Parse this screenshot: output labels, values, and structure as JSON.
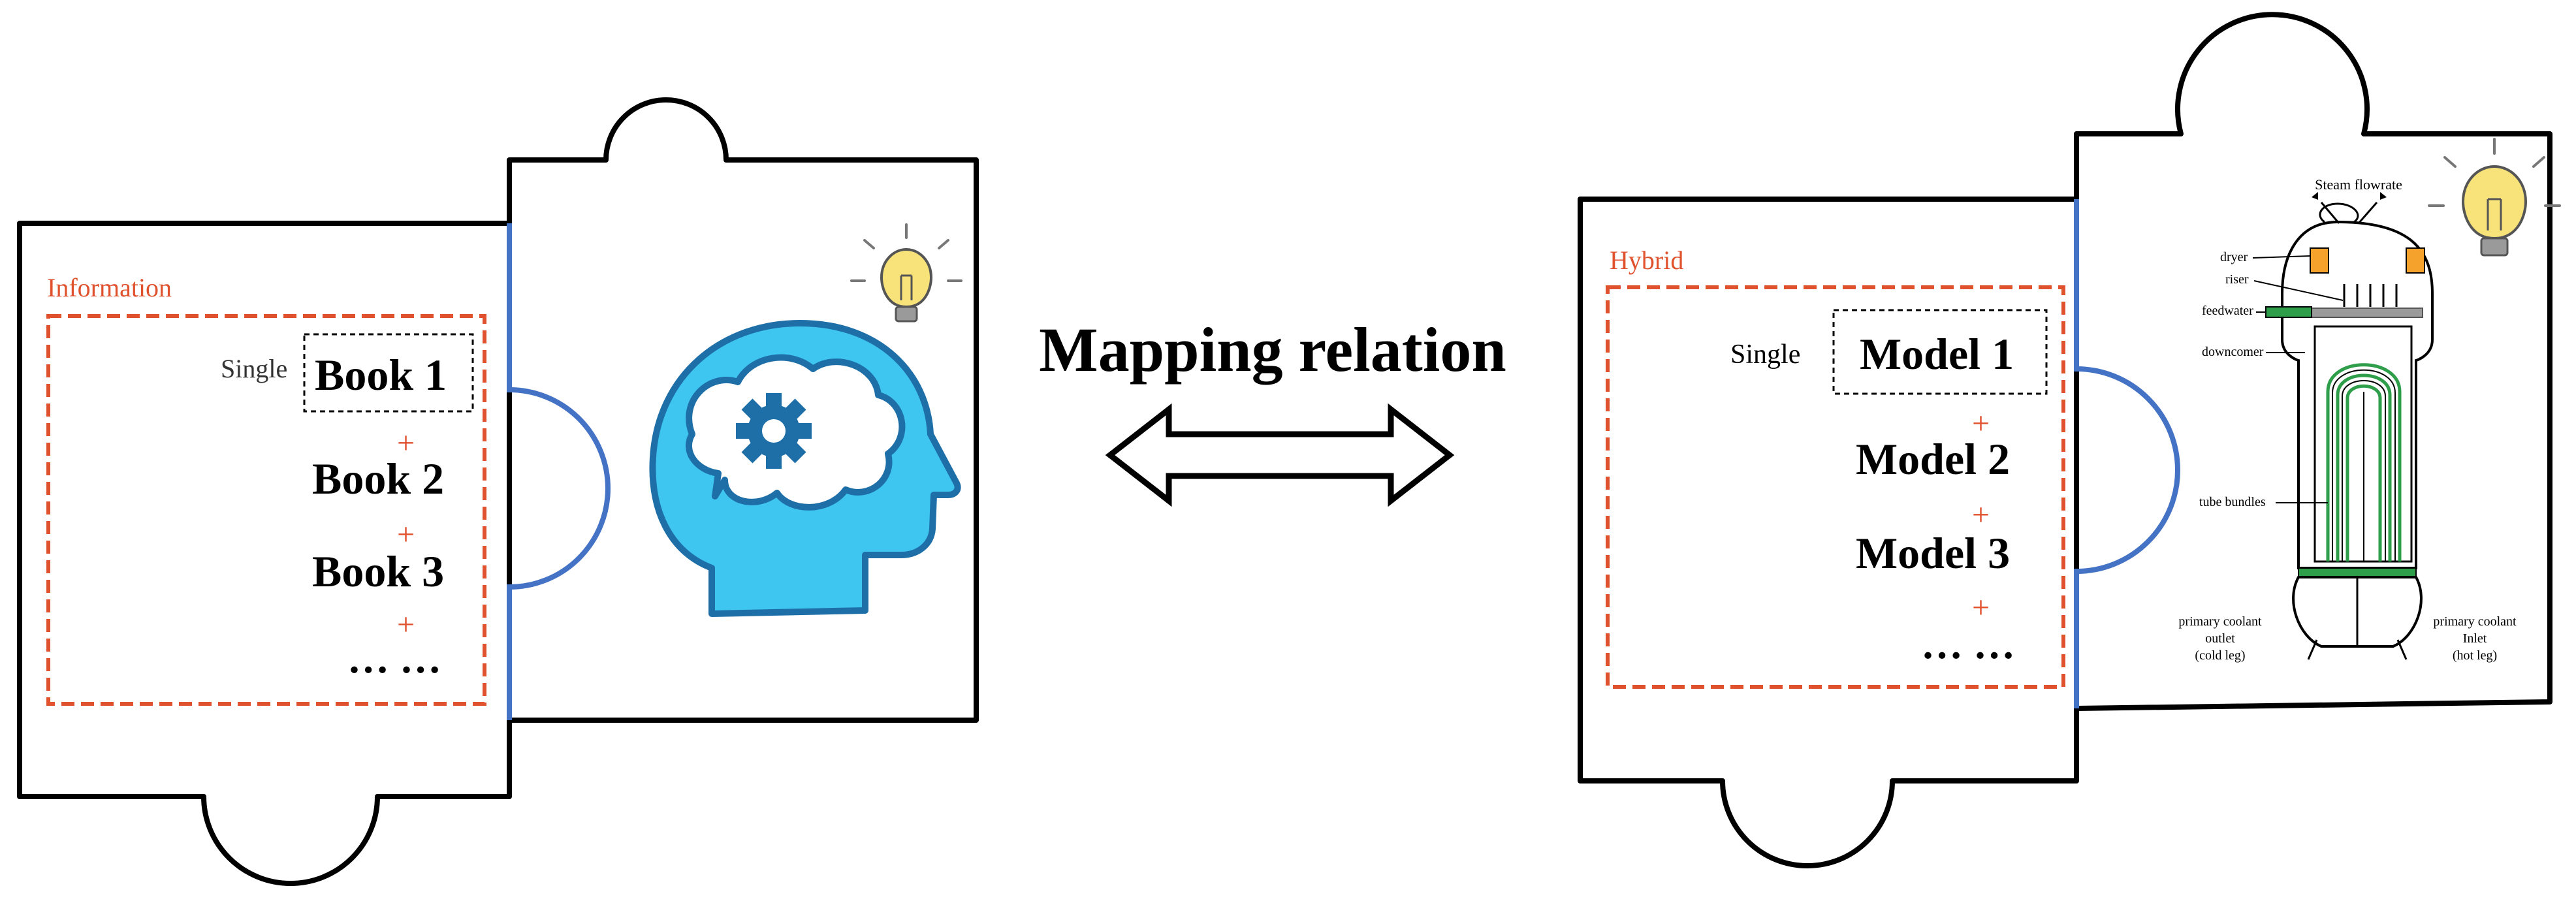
{
  "title": "Mapping relation",
  "left_panel": {
    "box_label": "Information",
    "single_label": "Single",
    "items": [
      "Book 1",
      "Book 2",
      "Book 3"
    ],
    "plus": "+",
    "ellipsis": "… …"
  },
  "right_panel": {
    "box_label": "Hybrid",
    "single_label": "Single",
    "items": [
      "Model 1",
      "Model 2",
      "Model 3"
    ],
    "plus": "+",
    "ellipsis": "… …"
  },
  "generator": {
    "steam_label": "Steam flowrate",
    "dryer": "dryer",
    "riser": "riser",
    "feedwater": "feedwater",
    "downcomer": "downcomer",
    "tube_bundles": "tube bundles",
    "outlet": [
      "primary coolant",
      "outlet",
      "(cold leg)"
    ],
    "inlet": [
      "primary coolant",
      "Inlet",
      "(hot leg)"
    ]
  },
  "colors": {
    "accent_red": "#E0512E",
    "connector_blue": "#4472C4",
    "head_blue": "#3EC6F0",
    "head_dark": "#1E6FA8",
    "bulb_yellow": "#F7E37A",
    "tube_green": "#2E9E4A",
    "dryer_orange": "#F4A22B"
  },
  "icons": [
    "brain-gear-head-icon",
    "lightbulb-icon",
    "steam-generator-diagram",
    "double-arrow-icon"
  ]
}
